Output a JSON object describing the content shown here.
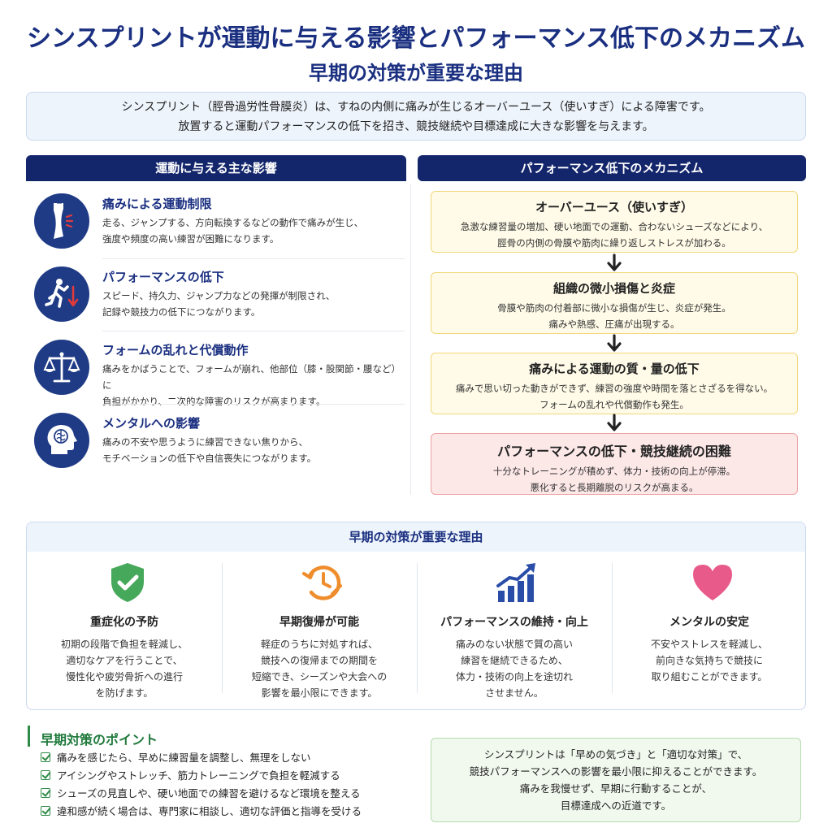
{
  "header": {
    "title": "シンスプリントが運動に与える影響とパフォーマンス低下のメカニズム",
    "subtitle": "早期の対策が重要な理由"
  },
  "intro": {
    "line1": "シンスプリント（脛骨過労性骨膜炎）は、すねの内側に痛みが生じるオーバーユース（使いすぎ）による障害です。",
    "line2": "放置すると運動パフォーマンスの低下を招き、競技継続や目標達成に大きな影響を与えます。"
  },
  "effects": {
    "header": "運動に与える主な影響",
    "items": [
      {
        "icon": "shin-pain-icon",
        "title": "痛みによる運動制限",
        "desc1": "走る、ジャンプする、方向転換するなどの動作で痛みが生じ、",
        "desc2": "強度や頻度の高い練習が困難になります。"
      },
      {
        "icon": "runner-decline-icon",
        "title": "パフォーマンスの低下",
        "desc1": "スピード、持久力、ジャンプ力などの発揮が制限され、",
        "desc2": "記録や競技力の低下につながります。"
      },
      {
        "icon": "balance-scale-icon",
        "title": "フォームの乱れと代償動作",
        "desc1": "痛みをかばうことで、フォームが崩れ、他部位（膝・股関節・腰など）に",
        "desc2": "負担がかかり、二次的な障害のリスクが高まります。"
      },
      {
        "icon": "brain-head-icon",
        "title": "メンタルへの影響",
        "desc1": "痛みの不安や思うように練習できない焦りから、",
        "desc2": "モチベーションの低下や自信喪失につながります。"
      }
    ]
  },
  "mechanism": {
    "header": "パフォーマンス低下のメカニズム",
    "steps": [
      {
        "title": "オーバーユース（使いすぎ）",
        "desc1": "急激な練習量の増加、硬い地面での運動、合わないシューズなどにより、",
        "desc2": "脛骨の内側の骨膜や筋肉に繰り返しストレスが加わる。"
      },
      {
        "title": "組織の微小損傷と炎症",
        "desc1": "骨膜や筋肉の付着部に微小な損傷が生じ、炎症が発生。",
        "desc2": "痛みや熱感、圧痛が出現する。"
      },
      {
        "title": "痛みによる運動の質・量の低下",
        "desc1": "痛みで思い切った動きができず、練習の強度や時間を落とさざるを得ない。",
        "desc2": "フォームの乱れや代償動作も発生。"
      },
      {
        "title": "パフォーマンスの低下・競技継続の困難",
        "desc1": "十分なトレーニングが積めず、体力・技術の向上が停滞。",
        "desc2": "悪化すると長期離脱のリスクが高まる。"
      }
    ]
  },
  "reasons": {
    "header": "早期の対策が重要な理由",
    "items": [
      {
        "icon": "shield-check-icon",
        "title": "重症化の予防",
        "lines": [
          "初期の段階で負担を軽減し、",
          "適切なケアを行うことで、",
          "慢性化や疲労骨折への進行",
          "を防げます。"
        ]
      },
      {
        "icon": "clock-return-icon",
        "title": "早期復帰が可能",
        "lines": [
          "軽症のうちに対処すれば、",
          "競技への復帰までの期間を",
          "短縮でき、シーズンや大会への",
          "影響を最小限にできます。"
        ]
      },
      {
        "icon": "growth-chart-icon",
        "title": "パフォーマンスの維持・向上",
        "lines": [
          "痛みのない状態で質の高い",
          "練習を継続できるため、",
          "体力・技術の向上を途切れ",
          "させません。"
        ]
      },
      {
        "icon": "heart-icon",
        "title": "メンタルの安定",
        "lines": [
          "不安やストレスを軽減し、",
          "前向きな気持ちで競技に",
          "取り組むことができます。",
          ""
        ]
      }
    ]
  },
  "points": {
    "title": "早期対策のポイント",
    "items": [
      "痛みを感じたら、早めに練習量を調整し、無理をしない",
      "アイシングやストレッチ、筋力トレーニングで負担を軽減する",
      "シューズの見直しや、硬い地面での練習を避けるなど環境を整える",
      "違和感が続く場合は、専門家に相談し、適切な評価と指導を受ける"
    ]
  },
  "summary": {
    "lines": [
      "シンスプリントは「早めの気づき」と「適切な対策」で、",
      "競技パフォーマンスへの影響を最小限に抑えることができます。",
      "痛みを我慢せず、早期に行動することが、",
      "目標達成への近道です。"
    ]
  },
  "colors": {
    "navy": "#13256b",
    "title_blue": "#1a2f80",
    "mechanism_yellow": "#fffbe8",
    "mechanism_red": "#fde8e8",
    "green": "#2e8b47",
    "shield_green": "#45a85a",
    "clock_orange": "#ef8c2b",
    "chart_blue": "#2a4ea8",
    "heart_pink": "#e85a8a"
  }
}
